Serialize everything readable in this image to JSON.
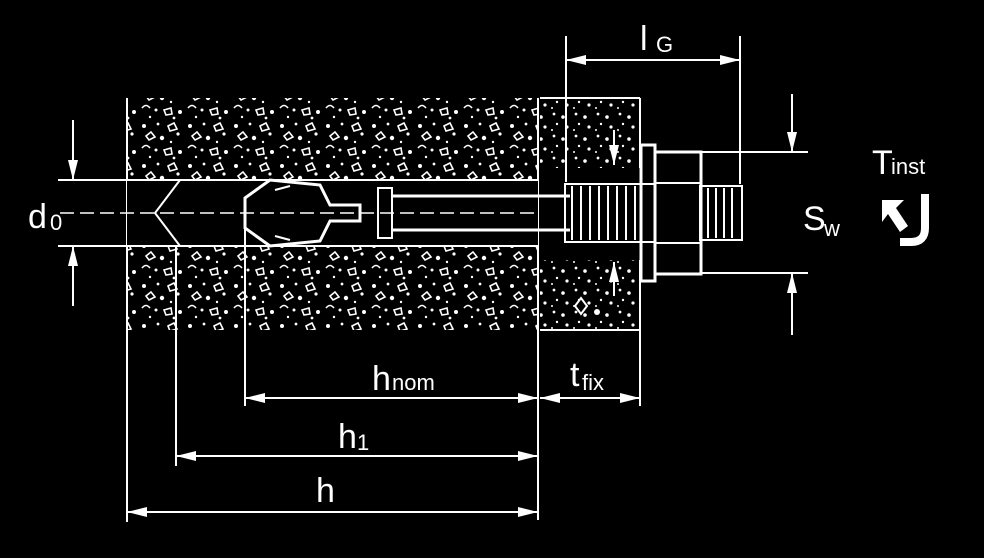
{
  "labels": {
    "l_main": "l",
    "l_sub": "G",
    "t_main": "T",
    "t_sub": "inst",
    "s_main": "S",
    "s_sub": "w",
    "d_main": "d",
    "d_sub": "0",
    "hnom_main": "h",
    "hnom_sub": "nom",
    "tfix_main": "t",
    "tfix_sub": "fix",
    "h1_main": "h",
    "h1_sub": "1",
    "h_main": "h"
  },
  "colors": {
    "background": "#000000",
    "ink": "#ffffff"
  },
  "icons": [
    "torque-wrench-icon",
    "concrete-texture",
    "anchor-bolt",
    "hex-nut",
    "washer"
  ]
}
